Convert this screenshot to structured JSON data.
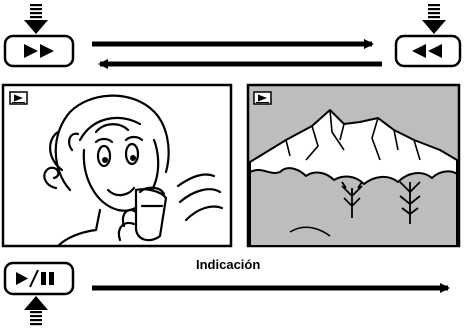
{
  "buttons": {
    "forward": {
      "symbol": "►►",
      "icon": "fast-forward-icon"
    },
    "rewind": {
      "symbol": "◄◄",
      "icon": "rewind-icon"
    },
    "play_pause": {
      "symbol": "►/❚❚",
      "icon": "play-pause-icon"
    }
  },
  "screens": {
    "left": {
      "playback_icon": "play-indicator-icon",
      "content": "cartoon-woman-with-glass"
    },
    "right": {
      "playback_icon": "play-indicator-icon",
      "content": "mountain-landscape"
    }
  },
  "caption": "Indicación",
  "colors": {
    "ink": "#000000",
    "screen_grey": "#bdbdbd",
    "paper": "#ffffff"
  }
}
